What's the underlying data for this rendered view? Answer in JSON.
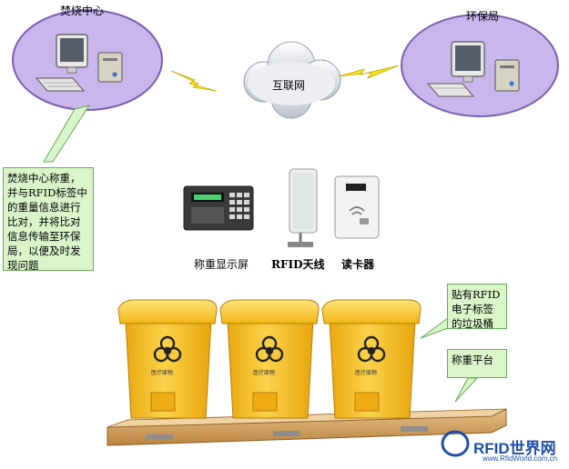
{
  "nodes": {
    "center": "焚烧中心",
    "bureau": "环保局",
    "internet": "互联网"
  },
  "devices": {
    "scale_display": "称重显示屏",
    "rfid_antenna": "RFID天线",
    "card_reader": "读卡器"
  },
  "notes": {
    "center_note": "焚烧中心称重，并与RFID标签中的重量信息进行比对，并将比对信息传输至环保局，以便及时发现问题",
    "bin_note": "贴有RFID电子标签的垃圾桶",
    "platform_note": "称重平台"
  },
  "bin_text": "医疗废物",
  "logo": {
    "name": "RFID世界网",
    "url": "www.RfidWorld.com.cn"
  },
  "colors": {
    "ellipse_fill": "#c9b6ec",
    "ellipse_stroke": "#7a5fb0",
    "note_fill": "#d9f5c9",
    "bin_yellow": "#f6c21b",
    "platform": "#d8a25a",
    "lightning": "#f2e21a"
  }
}
